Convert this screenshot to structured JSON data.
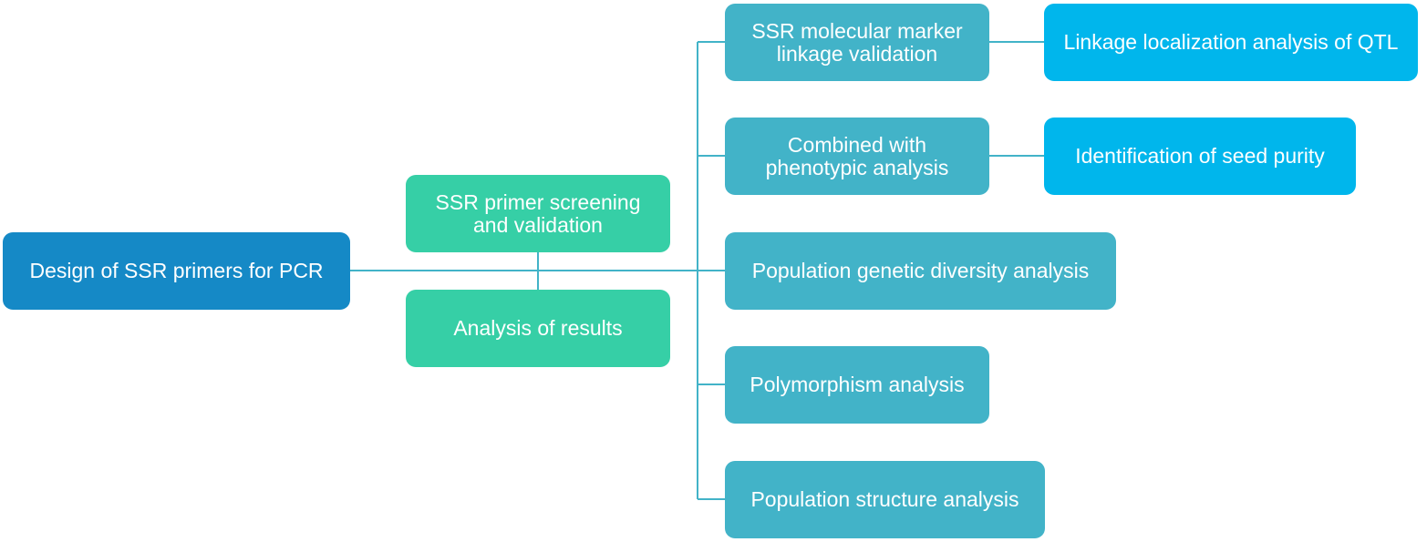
{
  "colors": {
    "root": "#1589c6",
    "mid": "#36cfa6",
    "branch": "#42b3c8",
    "leaf": "#00b6ec",
    "connector": "#42b3c8"
  },
  "nodes": {
    "root": "Design of SSR primers for PCR",
    "mid1": "SSR primer screening\nand validation",
    "mid2": "Analysis of results",
    "b1": "SSR molecular marker\nlinkage validation",
    "b2": "Combined with\nphenotypic analysis",
    "b3": "Population genetic diversity analysis",
    "b4": "Polymorphism analysis",
    "b5": "Population structure analysis",
    "l1": "Linkage localization analysis of QTL",
    "l2": "Identification of seed purity"
  }
}
